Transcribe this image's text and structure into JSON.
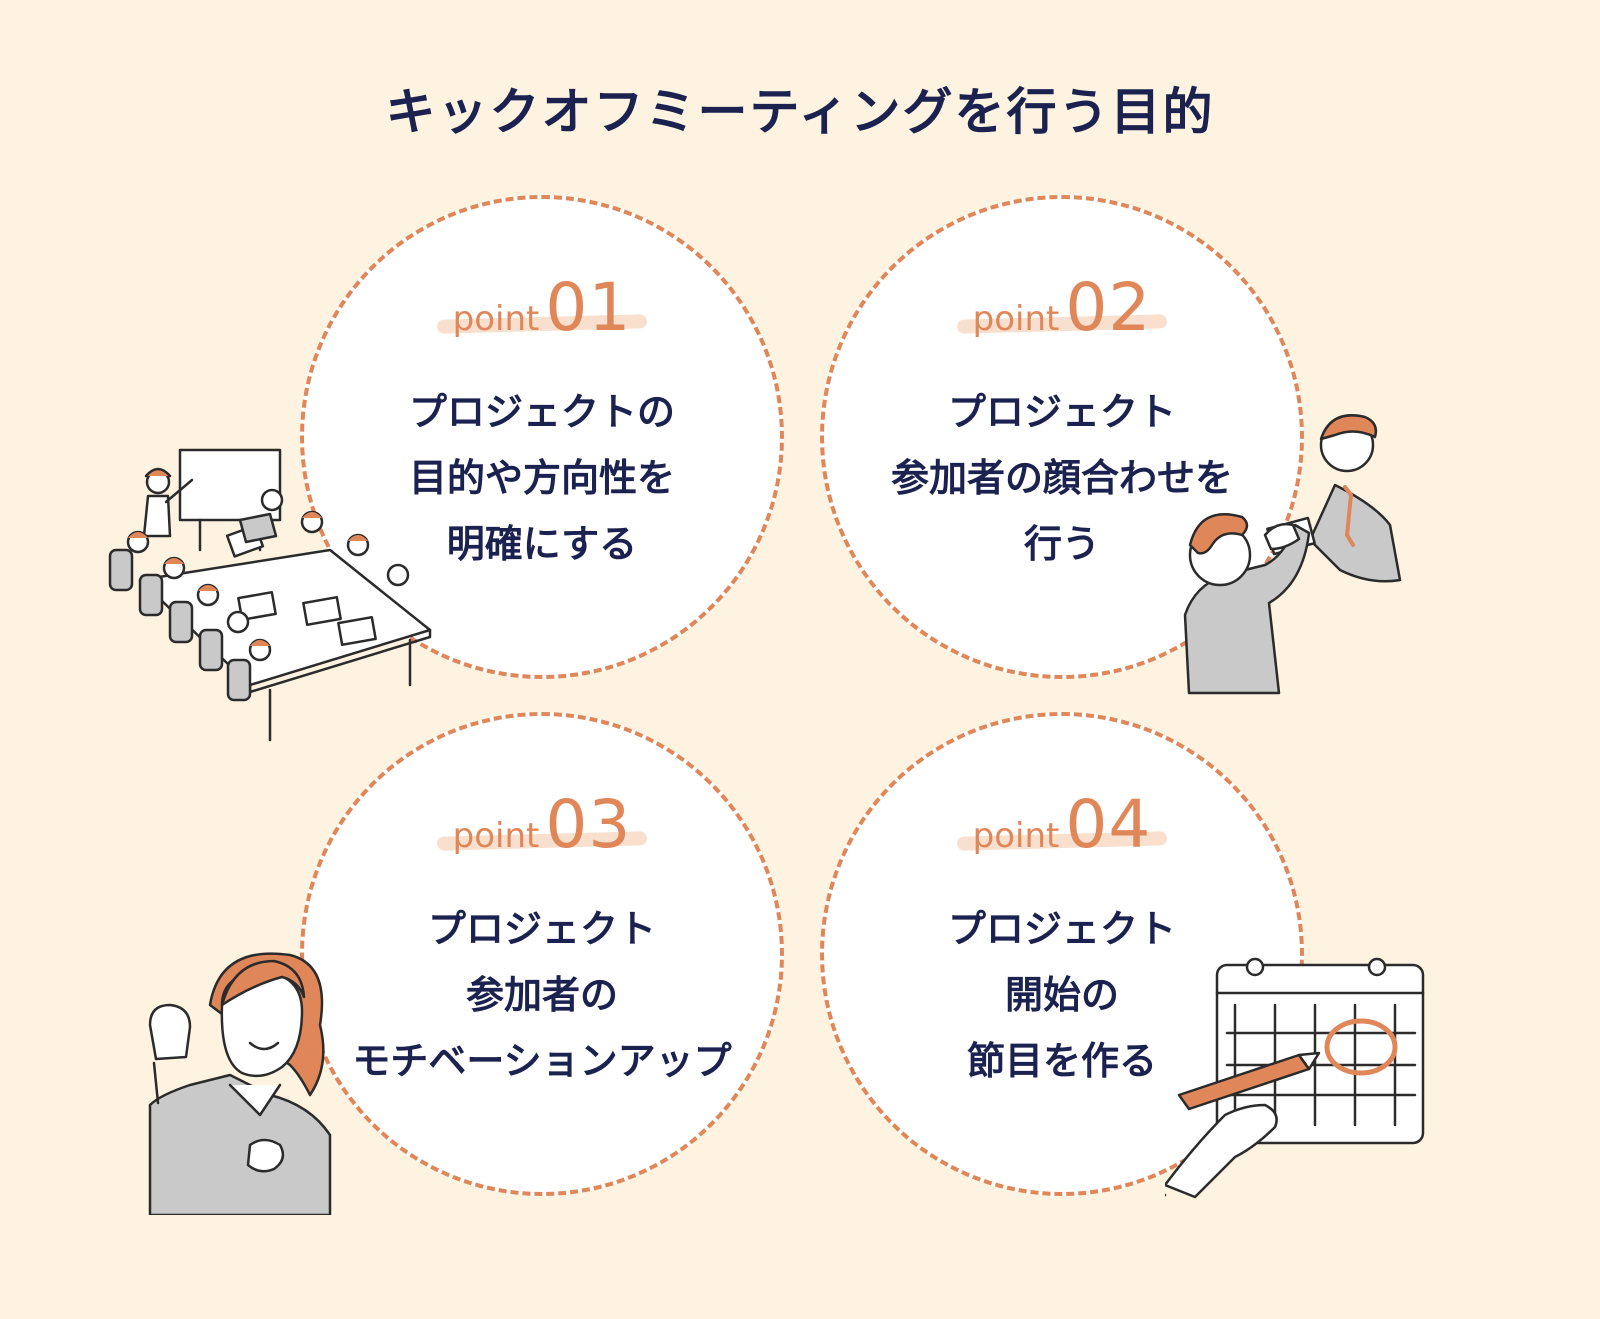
{
  "title": "キックオフミーティングを行う目的",
  "points": [
    {
      "word": "point",
      "number": "01",
      "lines": [
        "プロジェクトの",
        "目的や方向性を",
        "明確にする"
      ]
    },
    {
      "word": "point",
      "number": "02",
      "lines": [
        "プロジェクト",
        "参加者の顔合わせを",
        "行う"
      ]
    },
    {
      "word": "point",
      "number": "03",
      "lines": [
        "プロジェクト",
        "参加者の",
        "モチベーションアップ"
      ]
    },
    {
      "word": "point",
      "number": "04",
      "lines": [
        "プロジェクト",
        "開始の",
        "節目を作る"
      ]
    }
  ],
  "colors": {
    "background": "#fdf3e0",
    "accent": "#e0875a",
    "text": "#1b2250",
    "ink": "#2b2b2b",
    "gray": "#c9c9c9"
  }
}
